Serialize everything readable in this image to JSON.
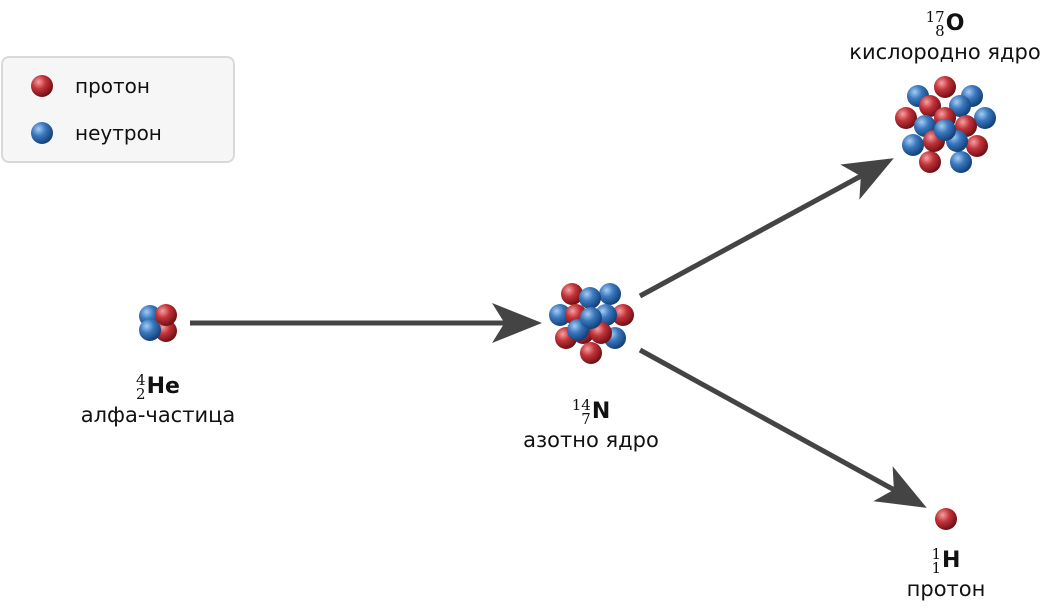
{
  "legend": {
    "proton_label": "протон",
    "neutron_label": "неутрон"
  },
  "colors": {
    "proton": "#b8282e",
    "neutron": "#3572b8",
    "arrow": "#444444"
  },
  "nuclei": {
    "helium": {
      "mass": "4",
      "atomic": "2",
      "symbol": "He",
      "name": "алфа-частица"
    },
    "nitrogen": {
      "mass": "14",
      "atomic": "7",
      "symbol": "N",
      "name": "азотно ядро"
    },
    "oxygen": {
      "mass": "17",
      "atomic": "8",
      "symbol": "O",
      "name": "кислородно ядро"
    },
    "hydrogen": {
      "mass": "1",
      "atomic": "1",
      "symbol": "H",
      "name": "протон"
    }
  }
}
